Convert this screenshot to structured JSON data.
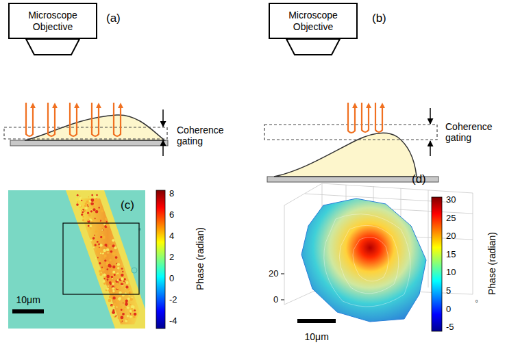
{
  "diagram": {
    "nodes": [
      {
        "text": [
          "Microscope Objective"
        ]
      },
      {
        "text": [
          "Microscope Objective"
        ]
      }
    ],
    "labels": [
      "(a)",
      "Coherence gating",
      "(b)",
      "Coherence gating",
      "(c)",
      "8",
      "6",
      "4",
      "2",
      "0",
      "-2",
      "-4",
      "Phase (radian)",
      "10μm",
      "(d)",
      "20",
      "0",
      "0",
      "10μm",
      "30",
      "25",
      "20",
      "15",
      "10",
      "5",
      "0",
      "-5",
      "Phase (radian)"
    ]
  }
}
